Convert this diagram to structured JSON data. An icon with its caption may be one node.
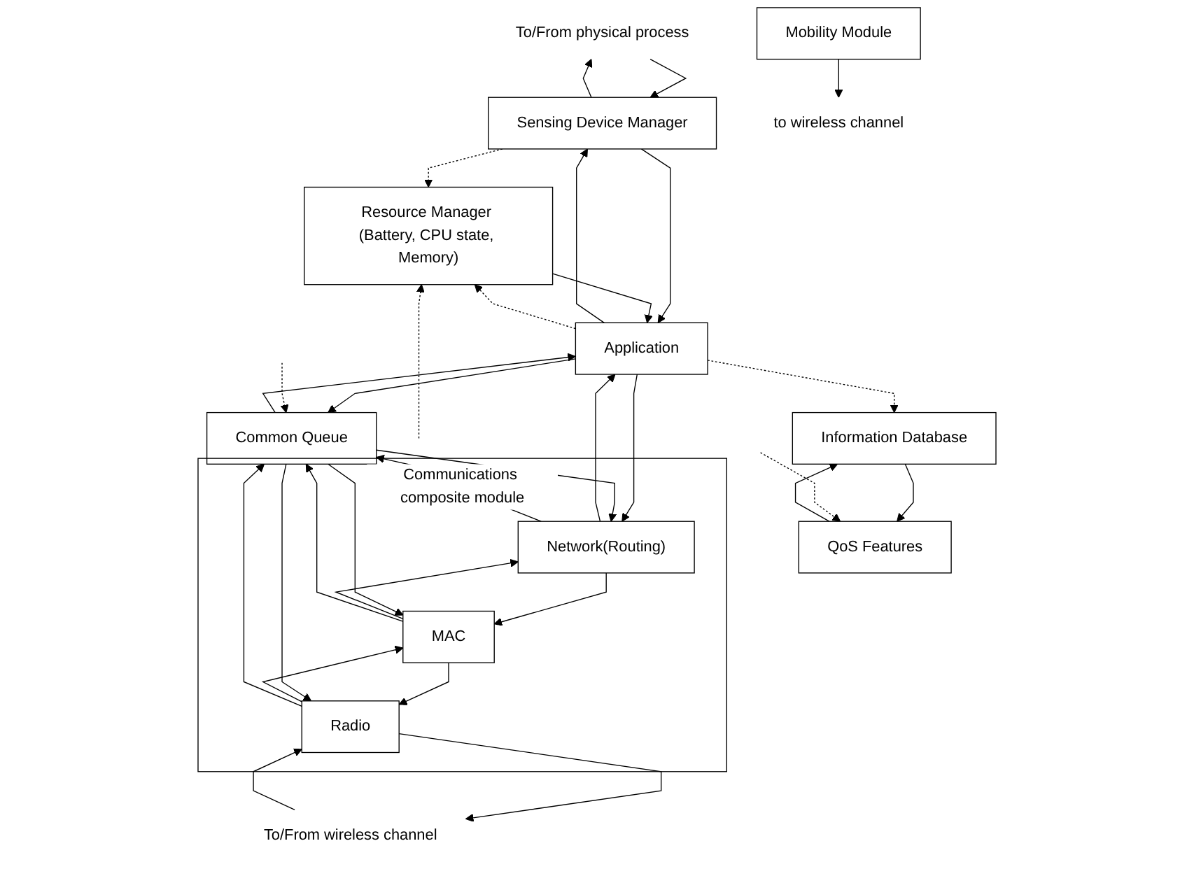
{
  "diagram": {
    "nodes": [
      {
        "text": [
          "To/From physical process"
        ]
      },
      {
        "text": [
          "Sensing Device Manager"
        ]
      },
      {
        "text": [
          "Resource Manager (Battery, CPU state, Memory)"
        ]
      },
      {
        "text": [
          "Common Queue"
        ]
      },
      {
        "text": [
          "Application"
        ]
      },
      {
        "text": [
          "Information Database"
        ]
      },
      {
        "text": [
          "Communications composite module"
        ]
      },
      {
        "text": [
          "Network(Routing)"
        ],
        "in": 6
      },
      {
        "text": [
          "MAC"
        ],
        "in": 6
      },
      {
        "text": [
          "Radio"
        ],
        "in": 6
      },
      {
        "text": [
          "QoS Features"
        ]
      },
      {
        "text": [
          "Mobility Module"
        ]
      },
      {
        "text": [
          "To/From wireless channel"
        ]
      },
      {
        "text": [
          "to wireless channel"
        ]
      }
    ],
    "edges": [
      {
        "from": 1,
        "to": 0,
        "arrow": "to"
      },
      {
        "from": 0,
        "to": 1,
        "arrow": "to"
      },
      {
        "from": 1,
        "to": 2,
        "arrow": "to",
        "style": "dashed"
      },
      {
        "from": 4,
        "to": 1,
        "arrow": "to"
      },
      {
        "from": 1,
        "to": 4,
        "arrow": "to"
      },
      {
        "from": 4,
        "to": 2,
        "arrow": "to",
        "style": "dashed"
      },
      {
        "from": 2,
        "to": 4,
        "arrow": "to"
      },
      {
        "from": 4,
        "to": 5,
        "arrow": "to",
        "style": "dashed"
      },
      {
        "from": 6,
        "to": 2,
        "arrow": "to",
        "style": "dashed"
      },
      {
        "from": 3,
        "to": 4,
        "arrow": "to"
      },
      {
        "from": 4,
        "to": 3,
        "arrow": "to"
      },
      {
        "from": 7,
        "to": 4,
        "arrow": "to"
      },
      {
        "from": 4,
        "to": 7,
        "arrow": "to"
      },
      {
        "from": 3,
        "to": 7,
        "arrow": "to"
      },
      {
        "from": 7,
        "to": 3,
        "arrow": "to"
      },
      {
        "from": 8,
        "to": 7,
        "arrow": "to"
      },
      {
        "from": 7,
        "to": 8,
        "arrow": "to"
      },
      {
        "from": 3,
        "to": 8,
        "arrow": "to"
      },
      {
        "from": 8,
        "to": 3,
        "arrow": "to"
      },
      {
        "from": 9,
        "to": 8,
        "arrow": "to"
      },
      {
        "from": 8,
        "to": 9,
        "arrow": "to"
      },
      {
        "from": 3,
        "to": 9,
        "arrow": "to"
      },
      {
        "from": 9,
        "to": 3,
        "arrow": "to"
      },
      {
        "from": 12,
        "to": 9,
        "arrow": "to"
      },
      {
        "from": 9,
        "to": 12,
        "arrow": "to"
      },
      {
        "from": 5,
        "to": 10,
        "arrow": "to"
      },
      {
        "from": 10,
        "to": 5,
        "arrow": "to"
      },
      {
        "from": null,
        "to": 10,
        "arrow": "to",
        "style": "dashed"
      },
      {
        "from": null,
        "to": 3,
        "arrow": "to",
        "style": "dashed"
      },
      {
        "from": 11,
        "to": 13,
        "arrow": "to"
      }
    ]
  }
}
